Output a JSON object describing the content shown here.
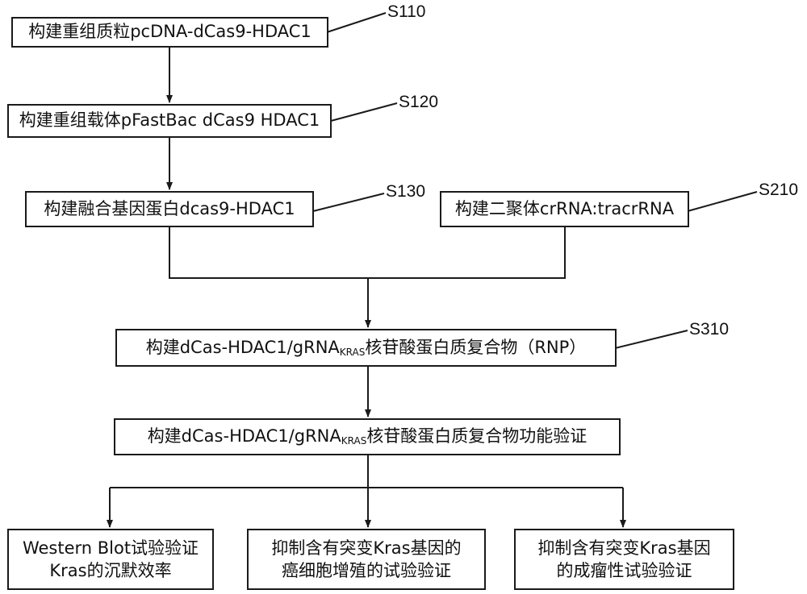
{
  "steps": {
    "s110": {
      "label": "S110",
      "text": "构建重组质粒pcDNA-dCas9-HDAC1"
    },
    "s120": {
      "label": "S120",
      "text": "构建重组载体pFastBac dCas9 HDAC1"
    },
    "s130": {
      "label": "S130",
      "text": "构建融合基因蛋白dcas9-HDAC1"
    },
    "s210": {
      "label": "S210",
      "text": "构建二聚体crRNA:tracrRNA"
    },
    "s310": {
      "label": "S310",
      "text_pre": "构建dCas-HDAC1/gRNA",
      "text_sub": "KRAS",
      "text_post": "核苷酸蛋白质复合物（RNP）"
    },
    "verify": {
      "text_pre": "构建dCas-HDAC1/gRNA",
      "text_sub": "KRAS",
      "text_post": "核苷酸蛋白质复合物功能验证"
    },
    "out1": {
      "line1": "Western Blot试验验证",
      "line2": "Kras的沉默效率"
    },
    "out2": {
      "line1": "抑制含有突变Kras基因的",
      "line2": "癌细胞增殖的试验验证"
    },
    "out3": {
      "line1": "抑制含有突变Kras基因",
      "line2": "的成瘤性试验验证"
    }
  },
  "colors": {
    "stroke": "#1a1a1a",
    "background": "#ffffff"
  }
}
